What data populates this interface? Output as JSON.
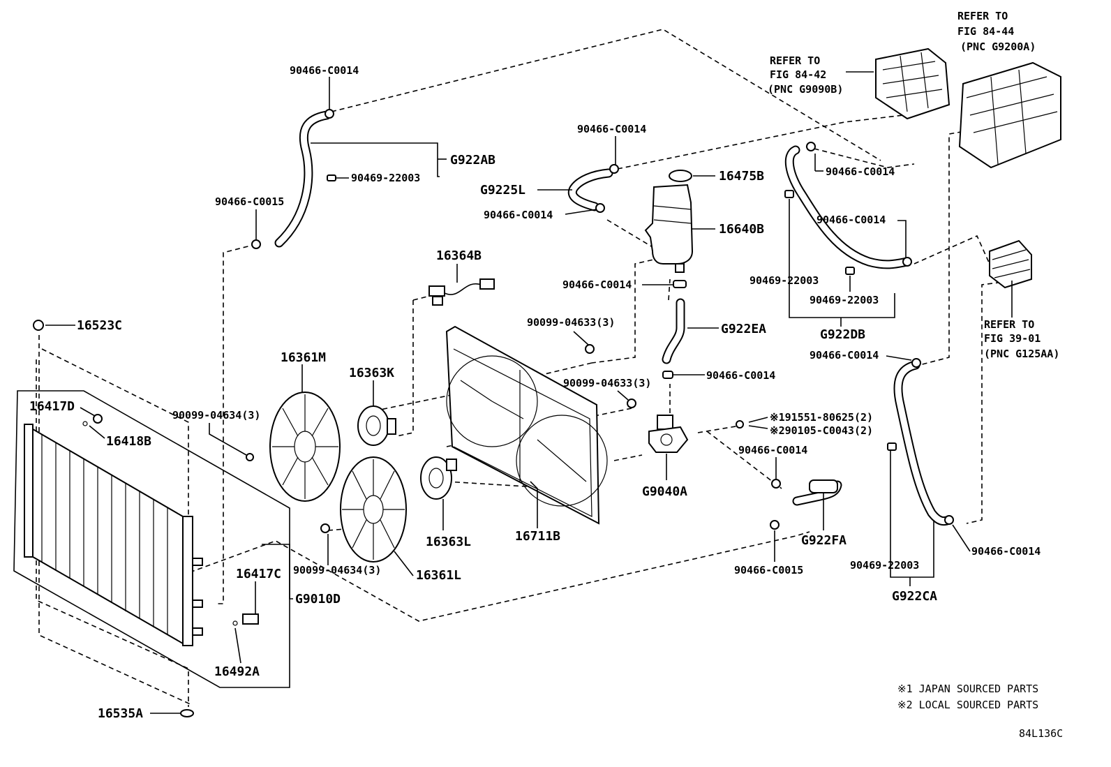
{
  "labels": {
    "refer_84_44": [
      "REFER TO",
      "FIG 84-44",
      "(PNC G9200A)"
    ],
    "refer_84_42": [
      "REFER TO",
      "FIG 84-42",
      "(PNC G9090B)"
    ],
    "refer_39_01": [
      "REFER TO",
      "FIG 39-01",
      "(PNC G125AA)"
    ],
    "c0014_top": "90466-C0014",
    "g922ab": "G922AB",
    "p22003_ab": "90469-22003",
    "c0015_left": "90466-C0015",
    "c0014_mid": "90466-C0014",
    "g9225l": "G9225L",
    "c0014_g9225l": "90466-C0014",
    "p16475b": "16475B",
    "p16640b": "16640B",
    "c0014_right_top": "90466-C0014",
    "c0014_right_2": "90466-C0014",
    "p22003_db1": "90469-22003",
    "p22003_db2": "90469-22003",
    "g922db": "G922DB",
    "c0014_res": "90466-C0014",
    "p16364b": "16364B",
    "g922ea": "G922EA",
    "p04633_1": "90099-04633(3)",
    "p04633_2": "90099-04633(3)",
    "c0014_pump": "90466-C0014",
    "p16523c": "16523C",
    "p16417d": "16417D",
    "p16418b": "16418B",
    "p16361m": "16361M",
    "p16363k": "16363K",
    "p04634_1": "90099-04634(3)",
    "p04634_2": "90099-04634(3)",
    "note_191551": "※191551-80625(2)",
    "note_290105": "※290105-C0043(2)",
    "c0014_g922fa": "90466-C0014",
    "c0014_g922ca_top": "90466-C0014",
    "g9040a": "G9040A",
    "p16363l": "16363L",
    "p16711b": "16711B",
    "g922fa": "G922FA",
    "c0015_fa": "90466-C0015",
    "p22003_ca": "90469-22003",
    "g922ca": "G922CA",
    "c0014_ca_bottom": "90466-C0014",
    "p16417c": "16417C",
    "g9010d": "G9010D",
    "p16361l": "16361L",
    "p16492a": "16492A",
    "p16535a": "16535A"
  },
  "footnotes": {
    "n1": "※1 JAPAN SOURCED PARTS",
    "n2": "※2 LOCAL SOURCED PARTS",
    "code": "84L136C"
  }
}
